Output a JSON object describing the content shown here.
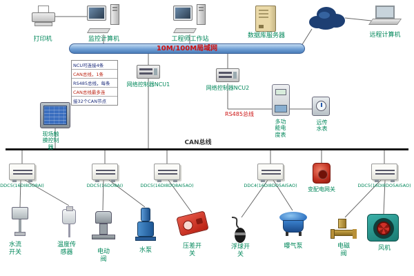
{
  "top_devices": [
    {
      "label": "打印机",
      "icon": "printer"
    },
    {
      "label": "监控计算机",
      "icon": "desktop-computer"
    },
    {
      "label": "工程师工作站",
      "icon": "desktop-computer"
    },
    {
      "label": "数据库服务器",
      "icon": "server-tower"
    },
    {
      "label": "远程计算机",
      "icon": "laptop"
    }
  ],
  "lan_bar": {
    "label": "10M/100M局域网"
  },
  "ncu_note": {
    "lines": [
      "NCU可连接4条",
      "CAN总线，1条",
      "RS485总线，每条",
      "CAN总线最多连",
      "接32个CAN节点"
    ]
  },
  "mid": {
    "ncu1": "网络控制器NCU1",
    "ncu2": "网络控制器NCU2",
    "rs485": "RS485总线",
    "touch_controller": "现场触摸控制器",
    "power_meter": "多功能电度表",
    "water_meter": "远传水表",
    "can_bus": "CAN总线"
  },
  "ddc_row": [
    {
      "label": "DDC5(16DI8DO8AI)",
      "icon": "ddc-controller"
    },
    {
      "label": "DDC5(16DO8AI)",
      "icon": "ddc-controller"
    },
    {
      "label": "DDC5(16DI8DO8AI5AO)",
      "icon": "ddc-controller"
    },
    {
      "label": "DDC4(16DI8DO5AI5AO)",
      "icon": "ddc-controller"
    },
    {
      "label": "变配电网关",
      "icon": "power-gateway"
    },
    {
      "label": "DDC5(16DI8DO5AI5AO)",
      "icon": "ddc-controller"
    }
  ],
  "field_devices": [
    {
      "label": "水流开关",
      "icon": "water-flow-switch"
    },
    {
      "label": "温度传感器",
      "icon": "temperature-sensor"
    },
    {
      "label": "电动阀",
      "icon": "electric-valve"
    },
    {
      "label": "水泵",
      "icon": "water-pump"
    },
    {
      "label": "压差开关",
      "icon": "pressure-diff-switch"
    },
    {
      "label": "浮球开关",
      "icon": "float-switch"
    },
    {
      "label": "曝气泵",
      "icon": "aeration-pump"
    },
    {
      "label": "电磁阀",
      "icon": "solenoid-valve"
    },
    {
      "label": "风机",
      "icon": "fan"
    }
  ],
  "colors": {
    "label_green": "#00875a",
    "bus_text_red": "#cc1111",
    "cloud_navy": "#1d3f73",
    "lan_bar_blue": "#4a7cb8"
  }
}
